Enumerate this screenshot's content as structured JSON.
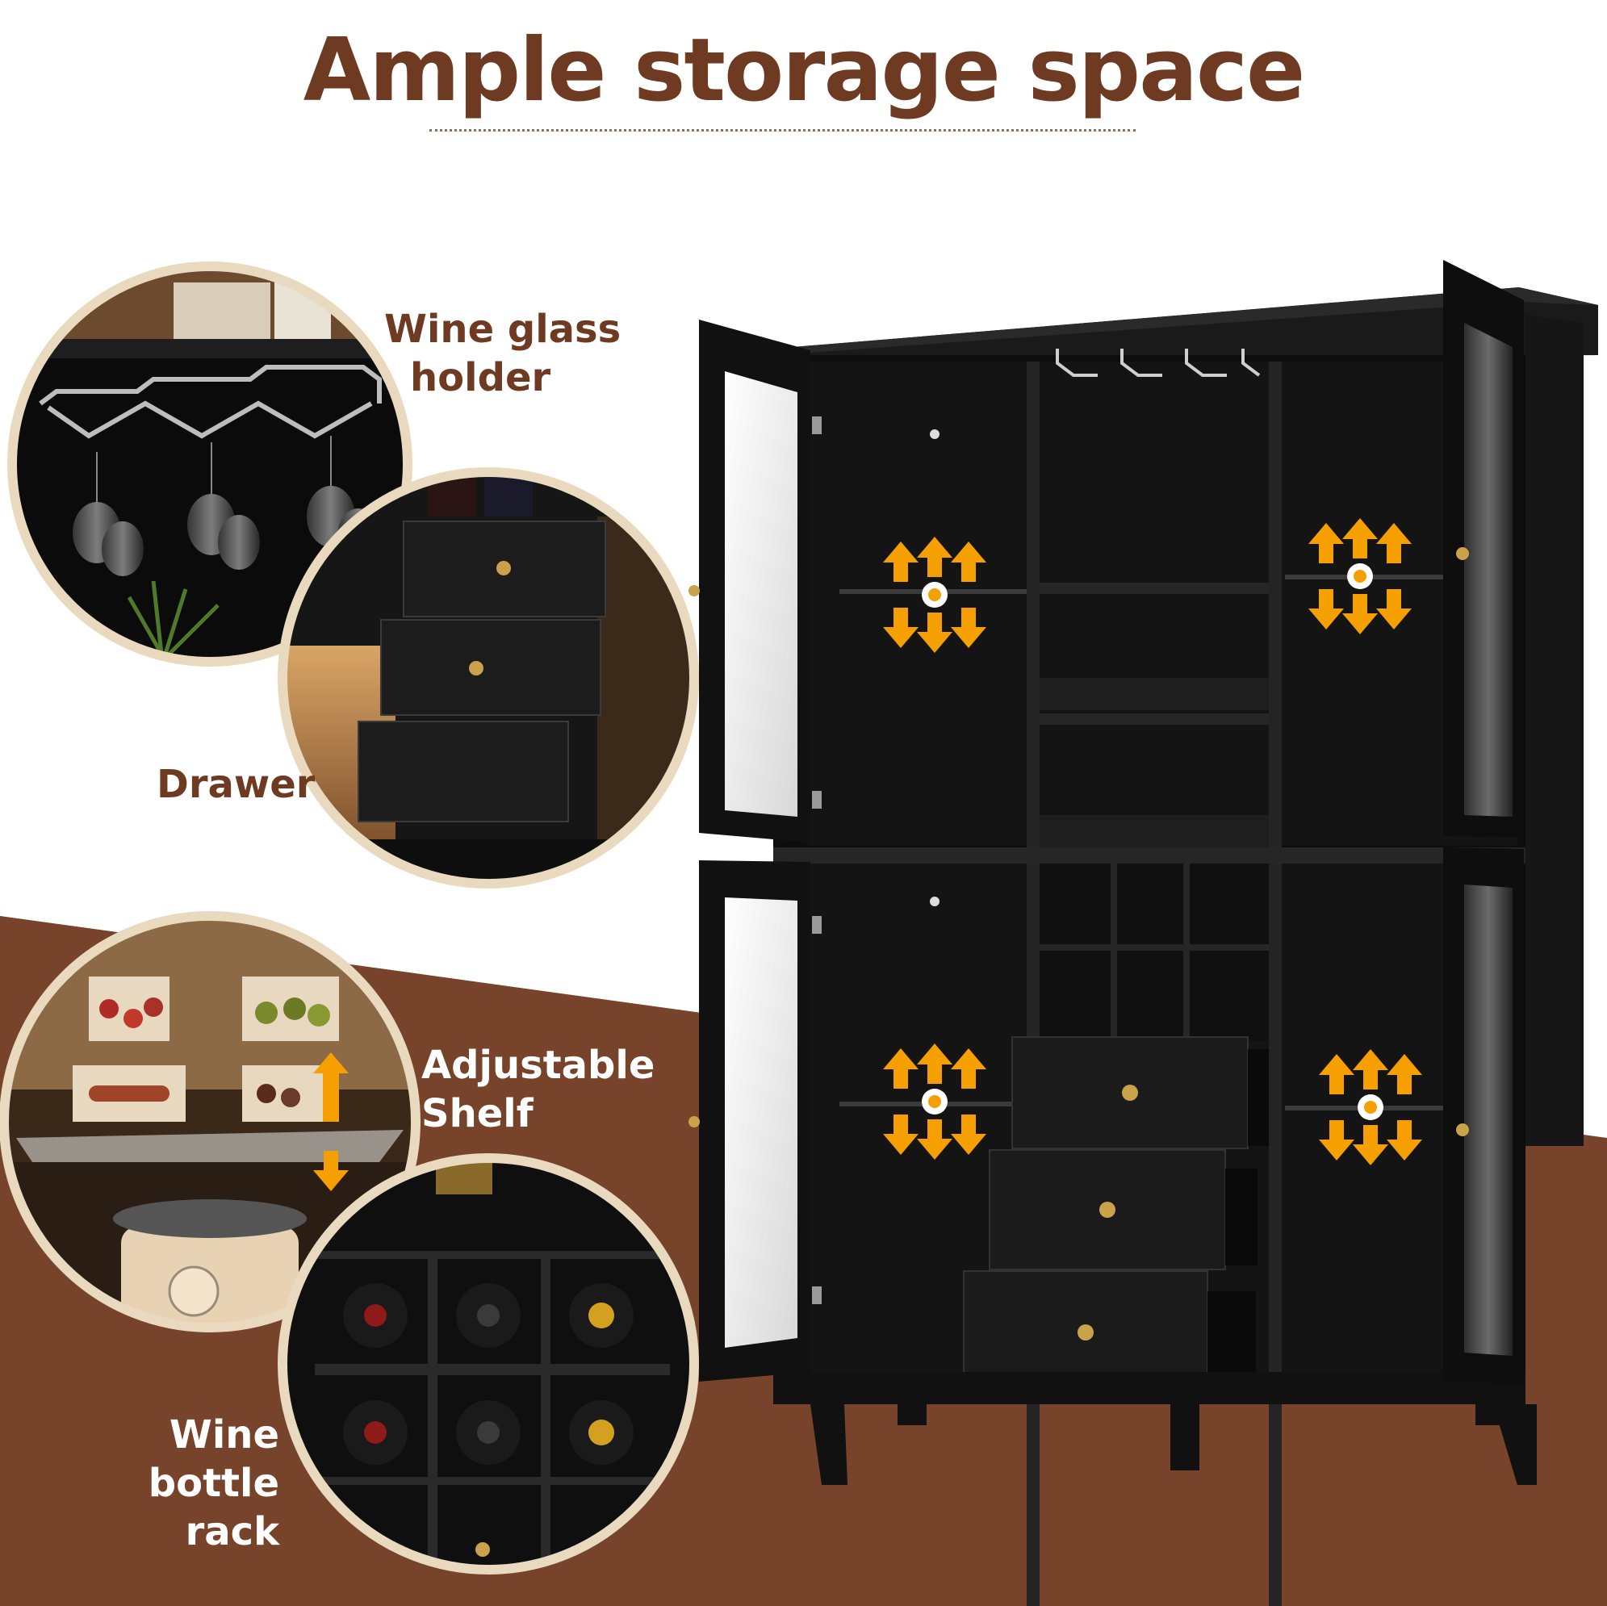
{
  "title": "Ample storage space",
  "labels": {
    "wine_glass_holder_line1": "Wine glass",
    "wine_glass_holder_line2": "holder",
    "drawer": "Drawer",
    "adjustable_shelf_line1": "Adjustable",
    "adjustable_shelf_line2": "Shelf",
    "wine_bottle_rack_line1": "Wine bottle",
    "wine_bottle_rack_line2": "rack"
  },
  "colors": {
    "title_brown": "#6e3a22",
    "floor_brown": "#77432a",
    "cabinet_black": "#111111",
    "arrow_orange": "#f5a000",
    "circle_border": "#e9d9bf",
    "knob_gold": "#c9a24a"
  },
  "icons": [
    "up-arrow-icon",
    "down-arrow-icon",
    "adjust-dot-icon"
  ]
}
